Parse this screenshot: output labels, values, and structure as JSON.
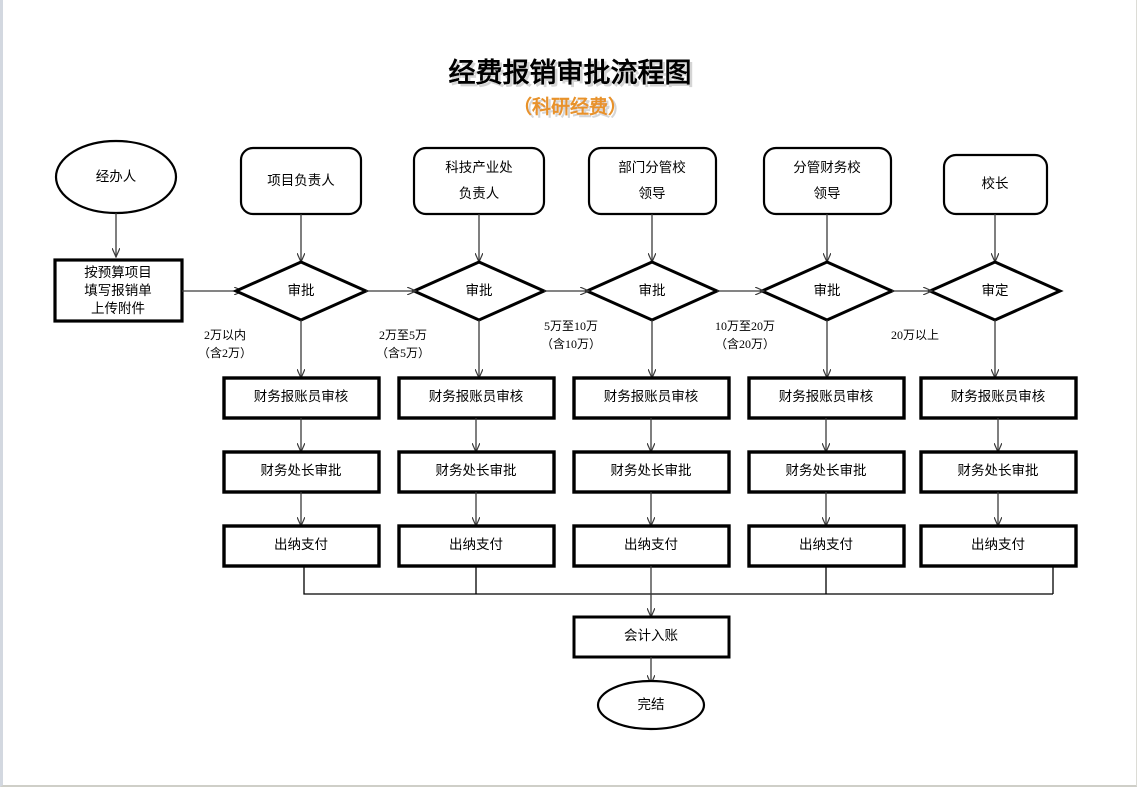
{
  "page": {
    "title": "经费报销审批流程图",
    "subtitle": "（科研经费）",
    "subtitle_color": "#E8922A",
    "background": "#ffffff"
  },
  "chart_data": {
    "type": "diagram",
    "title": "经费报销审批流程图",
    "subtitle": "（科研经费）"
  },
  "roles": [
    {
      "label": "经办人",
      "shape": "ellipse"
    },
    {
      "label": "项目负责人",
      "shape": "rounded-rect"
    },
    {
      "label_line1": "科技产业处",
      "label_line2": "负责人",
      "shape": "rounded-rect"
    },
    {
      "label_line1": "部门分管校",
      "label_line2": "领导",
      "shape": "rounded-rect"
    },
    {
      "label_line1": "分管财务校",
      "label_line2": "领导",
      "shape": "rounded-rect"
    },
    {
      "label": "校长",
      "shape": "rounded-rect"
    }
  ],
  "start_box": {
    "line1": "按预算项目",
    "line2": "填写报销单",
    "line3": "上传附件"
  },
  "decisions": [
    {
      "label": "审批"
    },
    {
      "label": "审批"
    },
    {
      "label": "审批"
    },
    {
      "label": "审批"
    },
    {
      "label": "审定"
    }
  ],
  "amount_labels": [
    {
      "line1": "2万以内",
      "line2": "（含2万）"
    },
    {
      "line1": "2万至5万",
      "line2": "（含5万）"
    },
    {
      "line1": "5万至10万",
      "line2": "（含10万）"
    },
    {
      "line1": "10万至20万",
      "line2": "（含20万）"
    },
    {
      "line1": "20万以上",
      "line2": ""
    }
  ],
  "columns": [
    {
      "step1": "财务报账员审核",
      "step2": "财务处长审批",
      "step3": "出纳支付"
    },
    {
      "step1": "财务报账员审核",
      "step2": "财务处长审批",
      "step3": "出纳支付"
    },
    {
      "step1": "财务报账员审核",
      "step2": "财务处长审批",
      "step3": "出纳支付"
    },
    {
      "step1": "财务报账员审核",
      "step2": "财务处长审批",
      "step3": "出纳支付"
    },
    {
      "step1": "财务报账员审核",
      "step2": "财务处长审批",
      "step3": "出纳支付"
    }
  ],
  "accounting": {
    "label": "会计入账"
  },
  "end_node": {
    "label": "完结"
  }
}
